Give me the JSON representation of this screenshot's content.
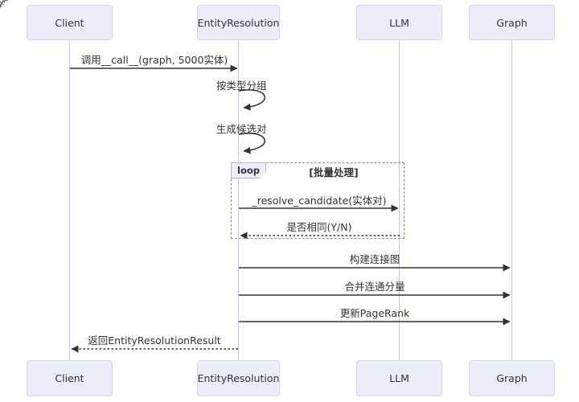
{
  "diagram": {
    "type": "sequence-diagram",
    "participants": [
      {
        "name": "Client"
      },
      {
        "name": "EntityResolution"
      },
      {
        "name": "LLM"
      },
      {
        "name": "Graph"
      }
    ],
    "messages": [
      {
        "from": "Client",
        "to": "EntityResolution",
        "label": "调用__call__(graph, 5000实体)",
        "style": "solid"
      },
      {
        "from": "EntityResolution",
        "to": "EntityResolution",
        "label": "按类型分组",
        "style": "self"
      },
      {
        "from": "EntityResolution",
        "to": "EntityResolution",
        "label": "生成候选对",
        "style": "self"
      },
      {
        "from": "EntityResolution",
        "to": "LLM",
        "label": "_resolve_candidate(实体对)",
        "style": "solid"
      },
      {
        "from": "LLM",
        "to": "EntityResolution",
        "label": "是否相同(Y/N)",
        "style": "dashed"
      },
      {
        "from": "EntityResolution",
        "to": "Graph",
        "label": "构建连接图",
        "style": "solid"
      },
      {
        "from": "EntityResolution",
        "to": "Graph",
        "label": "合并连通分量",
        "style": "solid"
      },
      {
        "from": "EntityResolution",
        "to": "Graph",
        "label": "更新PageRank",
        "style": "solid"
      },
      {
        "from": "EntityResolution",
        "to": "Client",
        "label": "返回EntityResolutionResult",
        "style": "dashed"
      }
    ],
    "loop": {
      "label": "loop",
      "condition": "[批量处理]"
    },
    "colors": {
      "actor_fill": "#ECECFB",
      "actor_border": "#d7d7ec",
      "message_line": "#333333",
      "lifeline": "#c9c9dd",
      "loop_border": "#8a8a8a",
      "text": "#333333"
    }
  }
}
